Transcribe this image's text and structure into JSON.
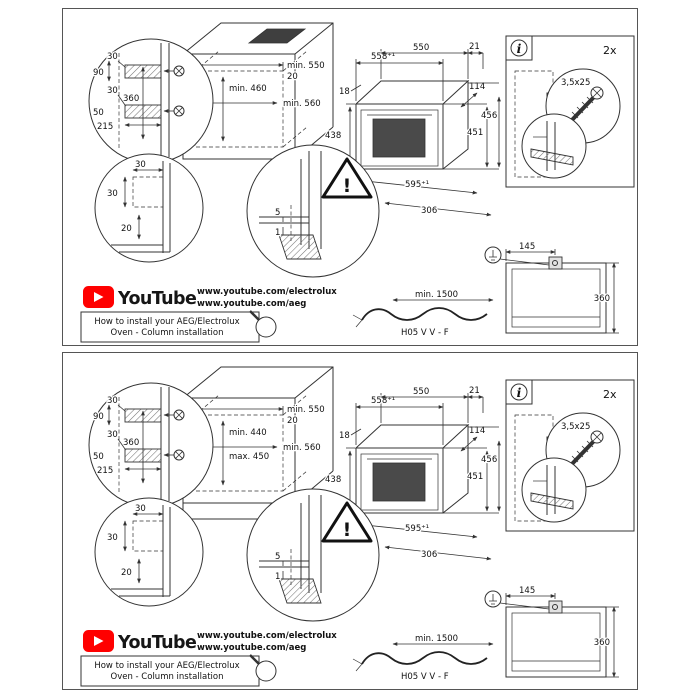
{
  "panels": [
    {
      "bracket_detail": {
        "d90": "90",
        "d360": "360",
        "d30_top": "30",
        "d30_mid": "30",
        "d50": "50",
        "d215": "215"
      },
      "corner_detail": {
        "d30_w": "30",
        "d30_h": "30",
        "d20": "20"
      },
      "section_detail": {
        "d5": "5",
        "d1": "1",
        "warning": "!"
      },
      "cabinet": {
        "width": "min. 550",
        "gap": "20",
        "depth": "min. 560",
        "height1": "min. 460",
        "height2": null
      },
      "oven": {
        "w558": "558⁺¹",
        "d550": "550",
        "d21": "21",
        "d18": "18",
        "d114": "114",
        "h438": "438",
        "h451": "451",
        "h456": "456",
        "d595": "595⁺¹",
        "d306": "306"
      },
      "info": {
        "count": "2x",
        "screw": "3,5x25",
        "i": "i"
      },
      "topview": {
        "clamp_x": "145",
        "depth": "360"
      },
      "youtube": {
        "brand": "YouTube",
        "brand_color": "#FF0000",
        "url1": "www.youtube.com/electrolux",
        "url2": "www.youtube.com/aeg",
        "title1": "How to install your AEG/Electrolux",
        "title2": "Oven - Column installation"
      },
      "cable": {
        "length": "min. 1500",
        "type": "H05 V V - F"
      }
    },
    {
      "bracket_detail": {
        "d90": "90",
        "d360": "360",
        "d30_top": "30",
        "d30_mid": "30",
        "d50": "50",
        "d215": "215"
      },
      "corner_detail": {
        "d30_w": "30",
        "d30_h": "30",
        "d20": "20"
      },
      "section_detail": {
        "d5": "5",
        "d1": "1",
        "warning": "!"
      },
      "cabinet": {
        "width": "min. 550",
        "gap": "20",
        "depth": "min. 560",
        "height1": "min. 440",
        "height2": "max. 450"
      },
      "oven": {
        "w558": "558⁺¹",
        "d550": "550",
        "d21": "21",
        "d18": "18",
        "d114": "114",
        "h438": "438",
        "h451": "451",
        "h456": "456",
        "d595": "595⁺¹",
        "d306": "306"
      },
      "info": {
        "count": "2x",
        "screw": "3,5x25",
        "i": "i"
      },
      "topview": {
        "clamp_x": "145",
        "depth": "360"
      },
      "youtube": {
        "brand": "YouTube",
        "brand_color": "#FF0000",
        "url1": "www.youtube.com/electrolux",
        "url2": "www.youtube.com/aeg",
        "title1": "How to install your AEG/Electrolux",
        "title2": "Oven - Column installation"
      },
      "cable": {
        "length": "min. 1500",
        "type": "H05 V V - F"
      }
    }
  ]
}
